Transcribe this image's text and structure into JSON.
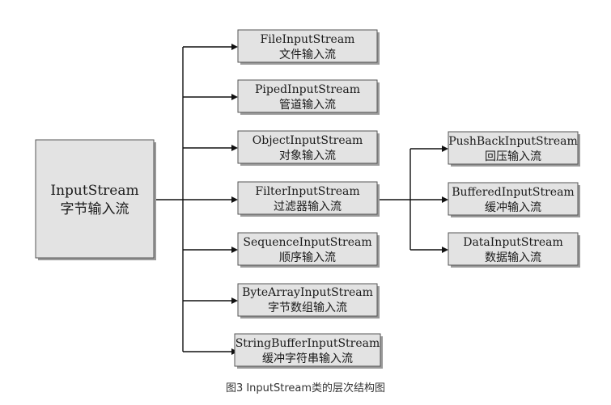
{
  "colors": {
    "box_fill": "#e3e3e3",
    "line": "#111111"
  },
  "root": {
    "line1": "InputStream",
    "line2": "字节输入流"
  },
  "children": [
    {
      "line1": "FileInputStream",
      "line2": "文件输入流"
    },
    {
      "line1": "PipedInputStream",
      "line2": "管道输入流"
    },
    {
      "line1": "ObjectInputStream",
      "line2": "对象输入流"
    },
    {
      "line1": "FilterInputStream",
      "line2": "过滤器输入流"
    },
    {
      "line1": "SequenceInputStream",
      "line2": "顺序输入流"
    },
    {
      "line1": "ByteArrayInputStream",
      "line2": "字节数组输入流"
    },
    {
      "line1": "StringBufferInputStream",
      "line2": "缓冲字符串输入流"
    }
  ],
  "filter_children": [
    {
      "line1": "PushBackInputStream",
      "line2": "回压输入流"
    },
    {
      "line1": "BufferedInputStream",
      "line2": "缓冲输入流"
    },
    {
      "line1": "DataInputStream",
      "line2": "数据输入流"
    }
  ],
  "caption": "图3 InputStream类的层次结构图"
}
